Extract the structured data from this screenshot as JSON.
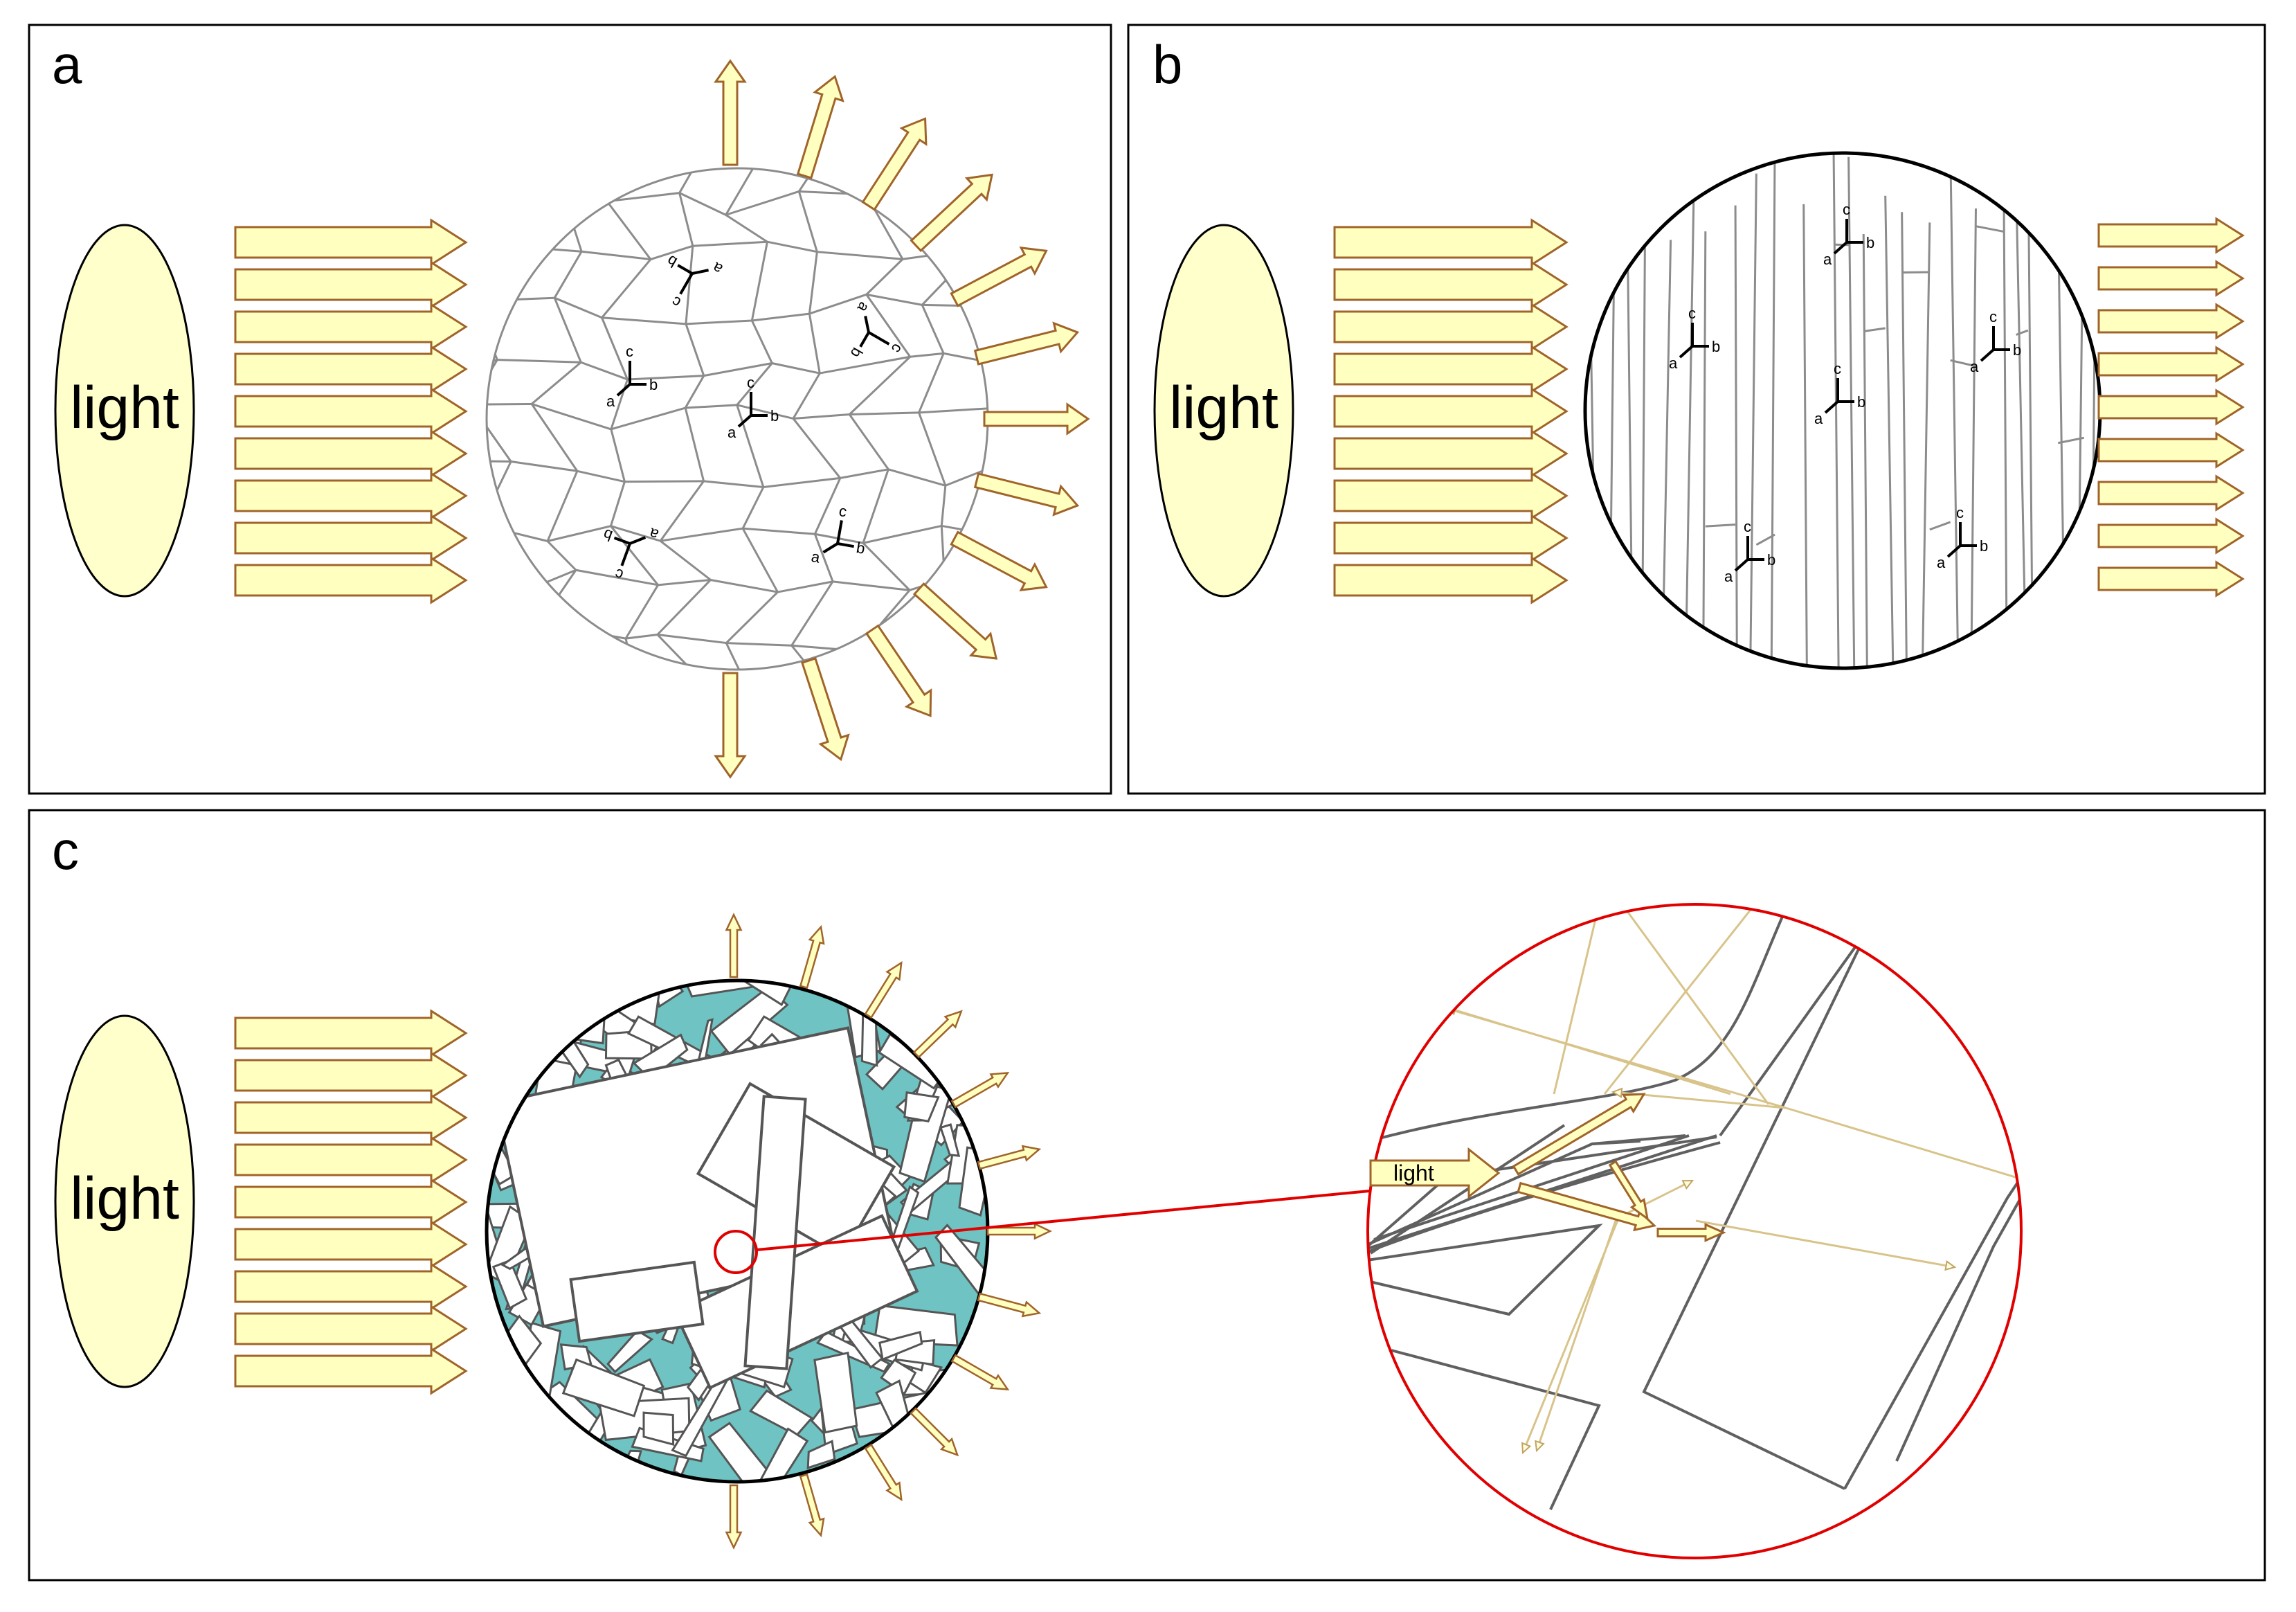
{
  "panels": {
    "a": {
      "label": "a",
      "source_label": "light"
    },
    "b": {
      "label": "b",
      "source_label": "light"
    },
    "c": {
      "label": "c",
      "source_label": "light",
      "zoom_arrow_label": "light"
    }
  },
  "axis_labels": {
    "a": "a",
    "b": "b",
    "c": "c"
  },
  "colors": {
    "light_fill": "#ffffcc",
    "arrow_fill": "#ffffc0",
    "arrow_stroke": "#a0642a",
    "grain_boundary": "#8c8c8c",
    "intergranular_phase": "#6fc3c3",
    "zoom_circle": "#e00000",
    "ray": "#d8c48a"
  },
  "icons": {
    "light_source": "ellipse-light-icon",
    "ray": "block-arrow-icon"
  }
}
